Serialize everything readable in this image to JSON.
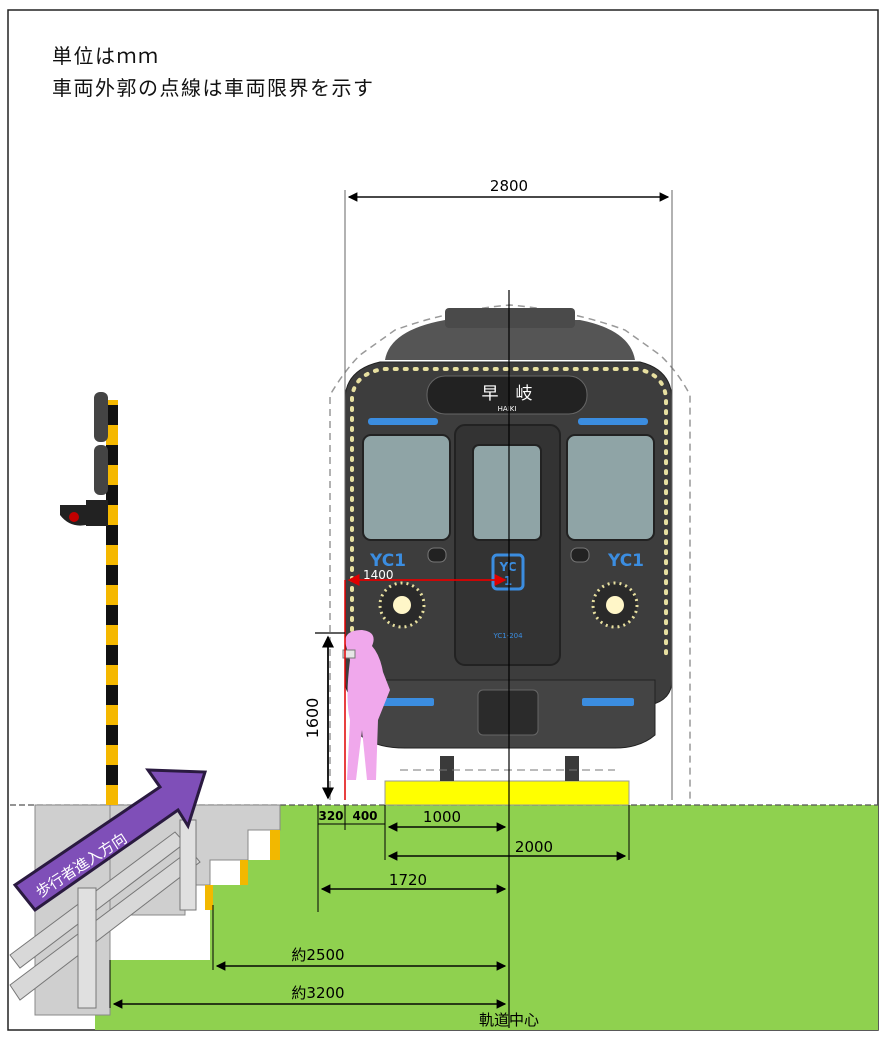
{
  "notes": {
    "unit": "単位はｍｍ",
    "limit": "車両外郭の点線は車両限界を示す"
  },
  "train": {
    "destination_kanji": "早　岐",
    "destination_roman": "HAIKI",
    "line_badge": "YC1",
    "center_badge_top": "YC",
    "center_badge_bottom": "1",
    "number_plate": "YC1-204"
  },
  "arrow_label": "歩行者進入方向",
  "dimensions": {
    "width": "2800",
    "half_width": "1400",
    "height": "1600",
    "d320": "320",
    "d400": "400",
    "d1000": "1000",
    "d2000": "2000",
    "d1720": "1720",
    "d2500": "約2500",
    "d3200": "約3200"
  },
  "track_center_label": "軌道中心",
  "colors": {
    "grass": "#8fd14f",
    "platform": "#ffff00",
    "body": "#3d3d3d",
    "accent": "#3b8de0",
    "person": "#f0a8ec",
    "arrow": "#7f4fb8",
    "stairs": "#c8c8c8"
  }
}
